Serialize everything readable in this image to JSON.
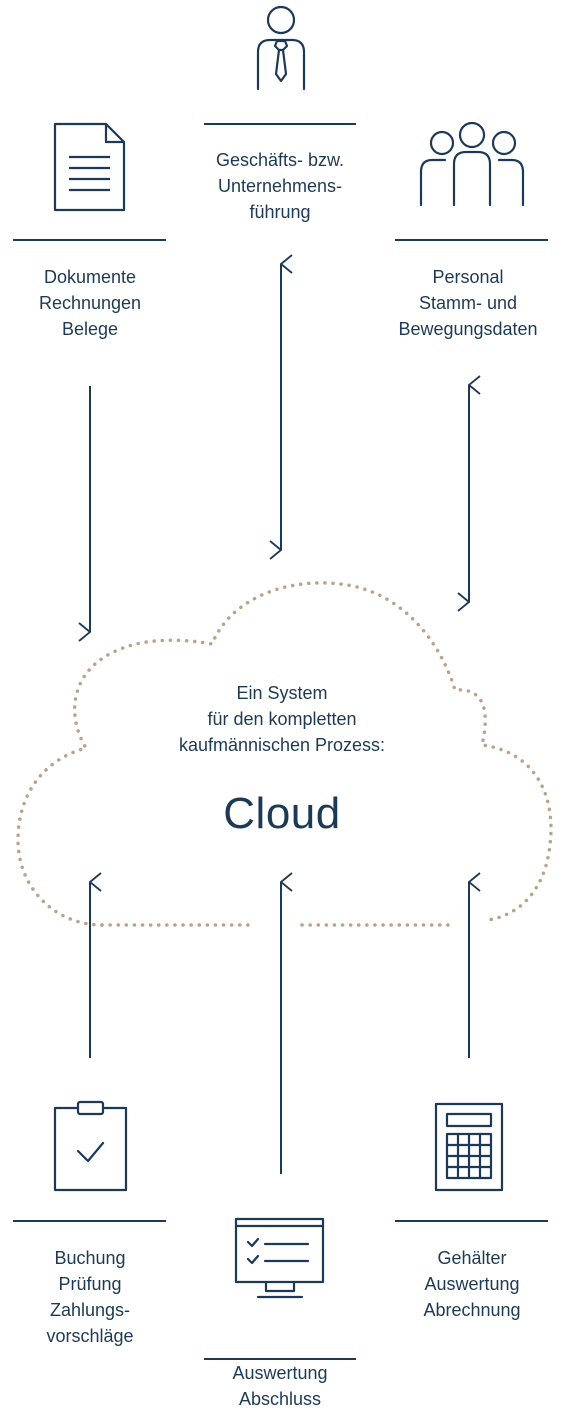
{
  "colors": {
    "ink": "#1c3a55",
    "cloud_dots": "#bba28a",
    "background": "#ffffff"
  },
  "top_center": {
    "icon": "businessman-icon",
    "lines": [
      "Geschäfts- bzw.",
      "Unternehmens-",
      "führung"
    ]
  },
  "top_left": {
    "icon": "document-icon",
    "lines": [
      "Dokumente",
      "Rechnungen",
      "Belege"
    ]
  },
  "top_right": {
    "icon": "team-icon",
    "lines": [
      "Personal",
      "Stamm- und",
      "Bewegungsdaten"
    ]
  },
  "cloud": {
    "lines": [
      "Ein System",
      "für den kompletten",
      "kaufmännischen Prozess:"
    ],
    "title": "Cloud"
  },
  "bottom_left": {
    "icon": "clipboard-check-icon",
    "lines": [
      "Buchung",
      "Prüfung",
      "Zahlungs-",
      "vorschläge"
    ]
  },
  "bottom_center": {
    "icon": "monitor-checklist-icon",
    "lines": [
      "Auswertung",
      "Abschluss"
    ]
  },
  "bottom_right": {
    "icon": "calculator-icon",
    "lines": [
      "Gehälter",
      "Auswertung",
      "Abrechnung"
    ]
  }
}
